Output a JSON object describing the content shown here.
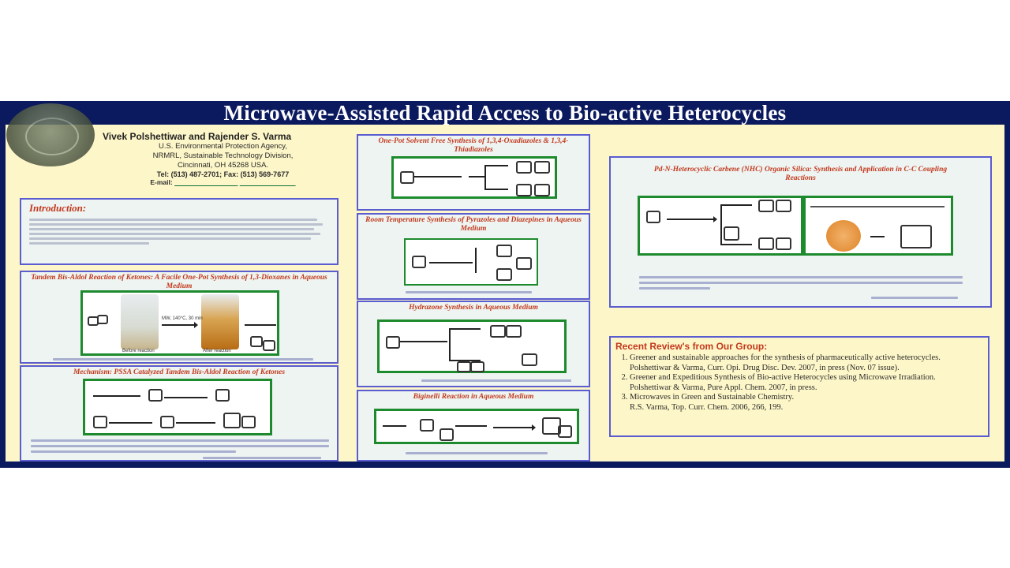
{
  "poster": {
    "title": "Microwave-Assisted Rapid Access to Bio-active Heterocycles",
    "authors": {
      "names": "Vivek Polshettiwar and Rajender S. Varma",
      "affiliation_1": "U.S. Environmental Protection Agency,",
      "affiliation_2": "NRMRL, Sustainable Technology Division,",
      "affiliation_3": "Cincinnati, OH 45268 USA.",
      "tel": "Tel: (513) 487-2701; Fax: (513) 569-7677",
      "email_label": "E-mail:"
    },
    "introduction": {
      "title": "Introduction:"
    },
    "panels": {
      "tandem_bis_aldol": "Tandem Bis-Aldol Reaction of Ketones: A Facile One-Pot Synthesis of 1,3-Dioxanes in Aqueous Medium",
      "mechanism": "Mechanism: PSSA Catalyzed Tandem Bis-Aldol Reaction of Ketones",
      "one_pot_solvent_free": "One-Pot Solvent Free Synthesis of 1,3,4-Oxadiazoles & 1,3,4-Thiadiazoles",
      "room_temp": "Room Temperature Synthesis of Pyrazoles and Diazepines in Aqueous Medium",
      "hydrazone": "Hydrazone Synthesis in Aqueous Medium",
      "biginelli": "Biginelli Reaction in Aqueous Medium",
      "pd_nhc": "Pd-N-Heterocyclic Carbene (NHC) Organic Silica: Synthesis and Application in C-C Coupling Reactions"
    },
    "reviews": {
      "title": "Recent Review's from Our Group:",
      "items": [
        {
          "text": "Greener and sustainable approaches for the synthesis of pharmaceutically active heterocycles.",
          "cite": "Polshettiwar & Varma, Curr. Opi. Drug Disc. Dev. 2007, in press (Nov. 07 issue)."
        },
        {
          "text": "Greener and Expeditious Synthesis of Bio-active Heterocycles using Microwave Irradiation.",
          "cite": "Polshettiwar & Varma, Pure Appl. Chem. 2007, in press."
        },
        {
          "text": "Microwaves in Green and Sustainable Chemistry.",
          "cite": "R.S. Varma, Top. Curr. Chem. 2006, 266, 199."
        }
      ]
    },
    "labels": {
      "tube_left": "Before reaction",
      "tube_right": "After reaction",
      "conditions": "MW, 140°C, 30 min"
    },
    "colors": {
      "title_bar": "#0b1a5e",
      "background": "#fdf6c8",
      "panel_border": "#5a5ccf",
      "heading": "#c2381c",
      "scheme_border": "#1d8a2e"
    }
  }
}
